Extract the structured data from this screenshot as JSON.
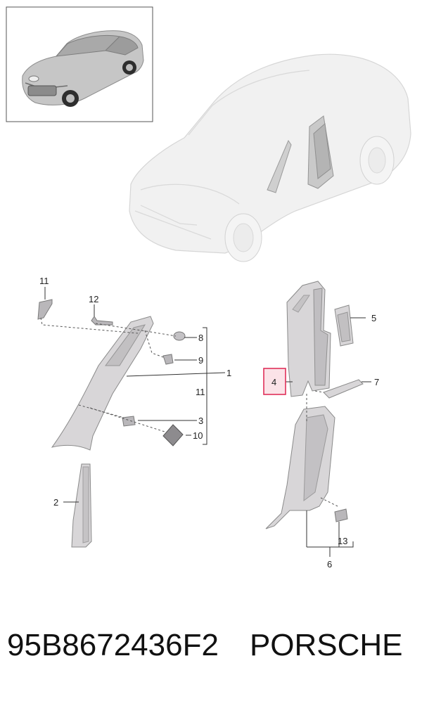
{
  "callouts": {
    "c1": "1",
    "c2": "2",
    "c3": "3",
    "c4": "4",
    "c5": "5",
    "c6": "6",
    "c7": "7",
    "c8": "8",
    "c9": "9",
    "c10": "10",
    "c11_top": "11",
    "c11_bracket": "11",
    "c12": "12",
    "c13": "13"
  },
  "highlight_color": "#e0305a",
  "footer": {
    "part_number": "95B8672436F2",
    "brand": "PORSCHE"
  }
}
